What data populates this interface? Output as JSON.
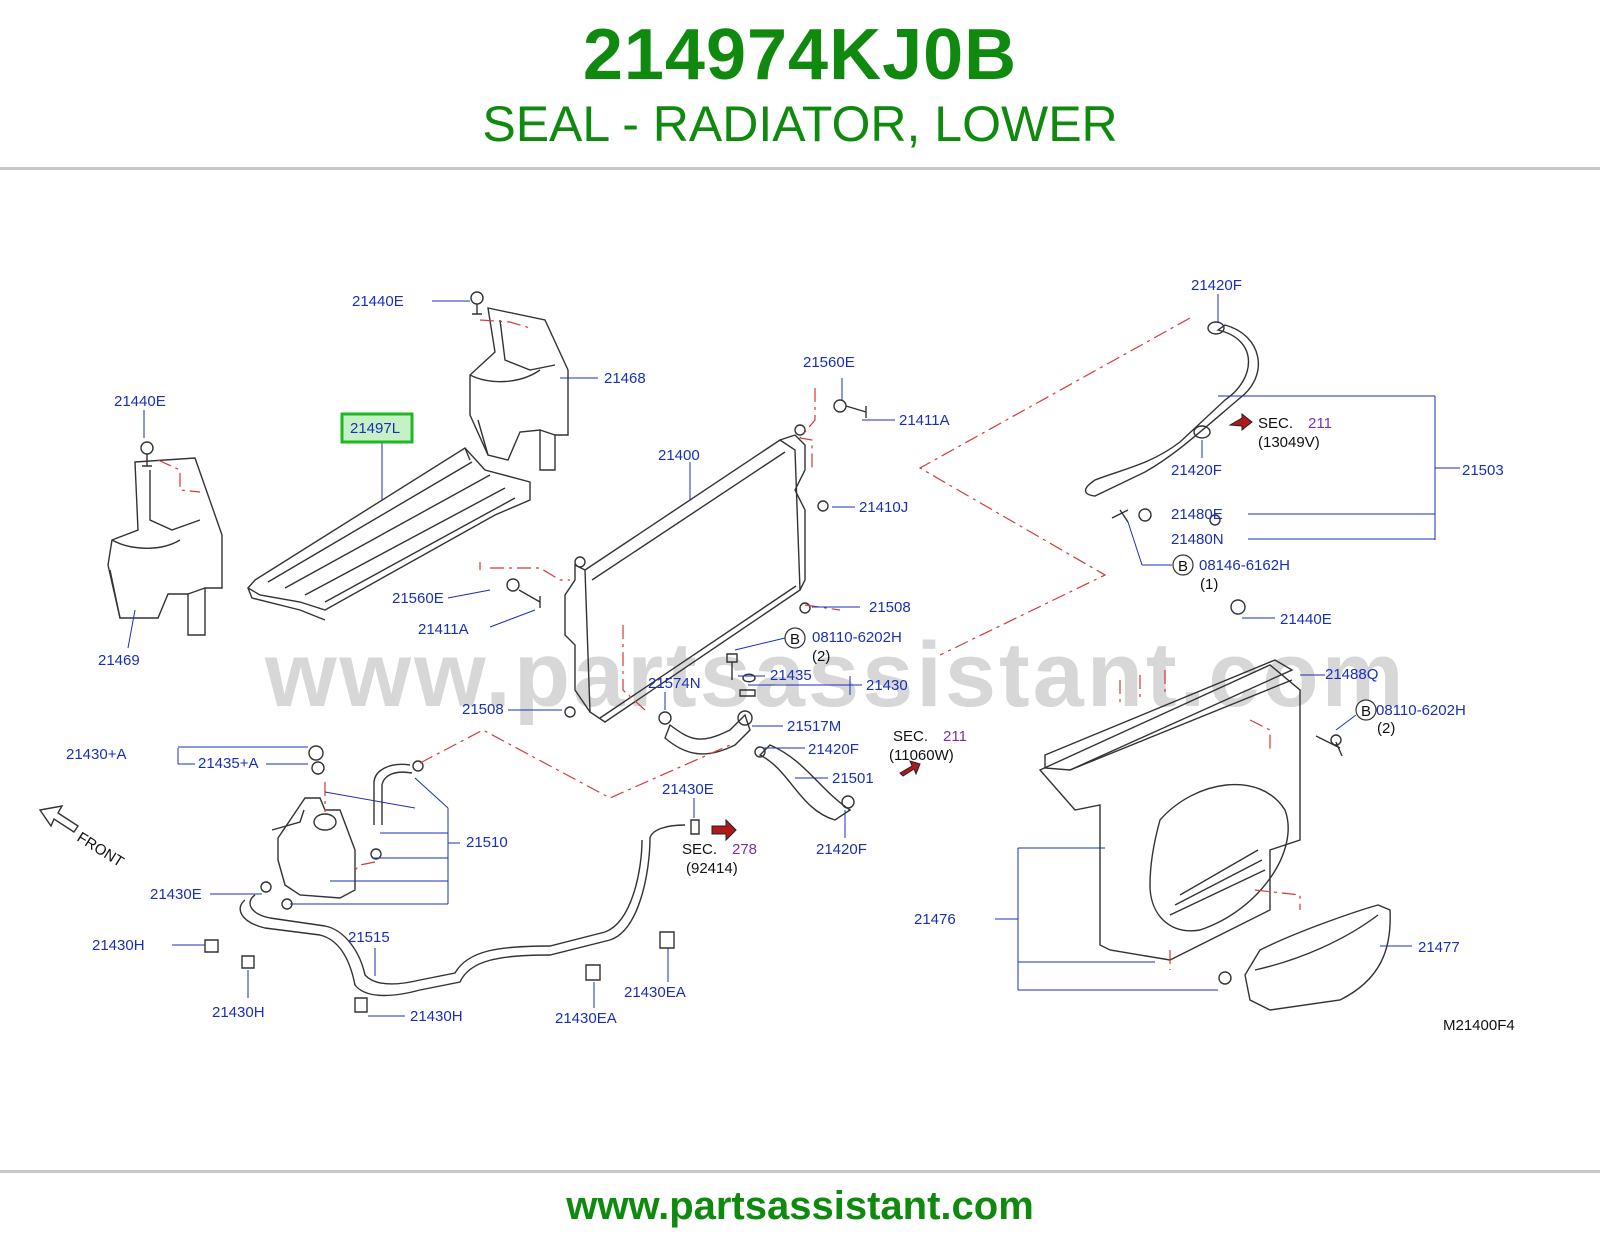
{
  "header": {
    "part_number": "214974KJ0B",
    "part_name": "SEAL - RADIATOR, LOWER"
  },
  "footer": {
    "url": "www.partsassistant.com"
  },
  "watermark": "www.partsassistant.com",
  "diagram_code": "M21400F4",
  "highlight_color": "#1fb81f",
  "callouts": {
    "c21440E_a": "21440E",
    "c21468": "21468",
    "c21440E_b": "21440E",
    "c21497L": "21497L",
    "c21469": "21469",
    "c21560E_a": "21560E",
    "c21411A_a": "21411A",
    "c21400": "21400",
    "c21410J": "21410J",
    "c21560E_b": "21560E",
    "c21411A_b": "21411A",
    "c21508_a": "21508",
    "c21508_b": "21508",
    "c21420F_a": "21420F",
    "c21420F_b": "21420F",
    "c21503": "21503",
    "c21480E": "21480E",
    "c21480N": "21480N",
    "c08146": "08146-6162H",
    "c08146_qty": "(1)",
    "c21440E_c": "21440E",
    "c21488Q": "21488Q",
    "c08110_a": "08110-6202H",
    "c08110_a_qty": "(2)",
    "c08110_b": "08110-6202H",
    "c08110_b_qty": "(2)",
    "c21435": "21435",
    "c21430": "21430",
    "c21574N": "21574N",
    "c21517M": "21517M",
    "c21420F_c": "21420F",
    "c21501": "21501",
    "c21420F_d": "21420F",
    "c21430pA": "21430+A",
    "c21435pA": "21435+A",
    "c21510": "21510",
    "c21430E_a": "21430E",
    "c21430E_b": "21430E",
    "c21430H_a": "21430H",
    "c21430H_b": "21430H",
    "c21430H_c": "21430H",
    "c21515": "21515",
    "c21430EA_a": "21430EA",
    "c21430EA_b": "21430EA",
    "c21476": "21476",
    "c21477": "21477",
    "b_letter_a": "B",
    "b_letter_b": "B",
    "b_letter_c": "B",
    "front": "FRONT"
  },
  "sec_refs": [
    {
      "label": "SEC.",
      "num": "211",
      "code": "(13049V)"
    },
    {
      "label": "SEC.",
      "num": "211",
      "code": "(11060W)"
    },
    {
      "label": "SEC.",
      "num": "278",
      "code": "(92414)"
    }
  ]
}
